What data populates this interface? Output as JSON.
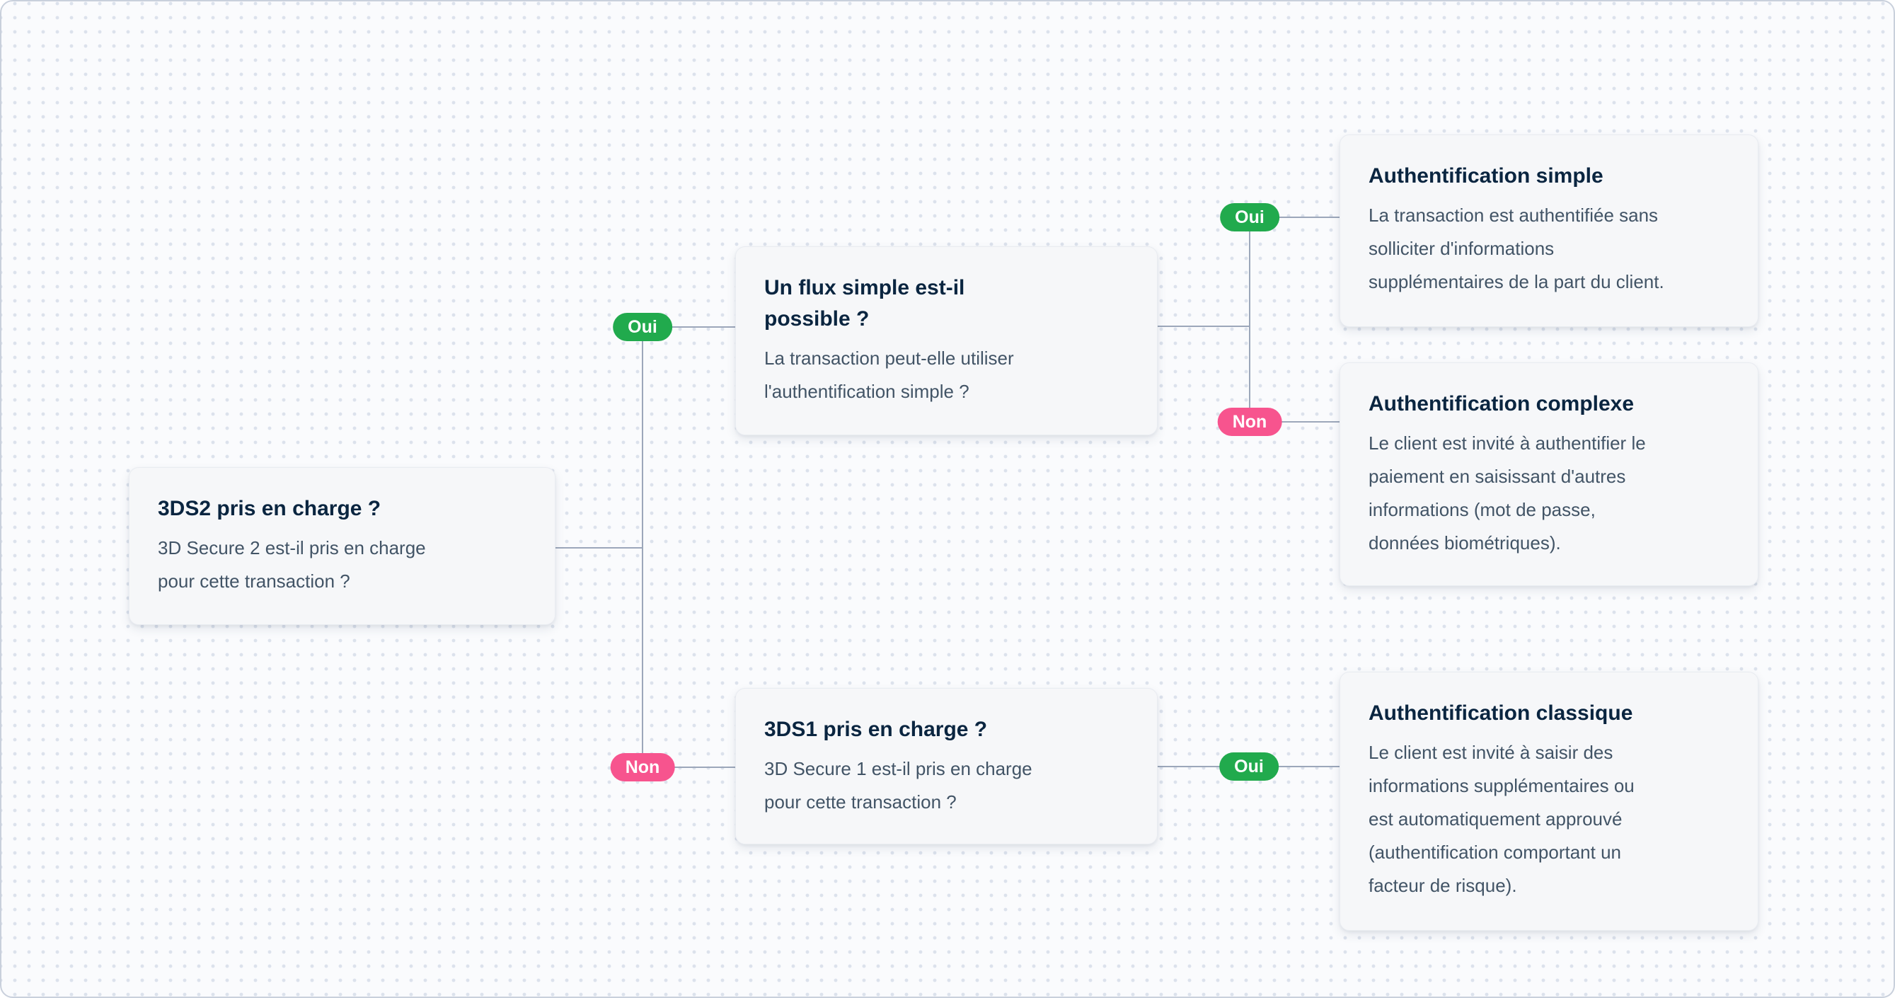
{
  "diagram": {
    "type": "decision-flowchart",
    "language": "fr",
    "colors": {
      "yes_badge": "#21AA4D",
      "no_badge": "#F7548E",
      "node_background": "#F6F7F9",
      "title_text": "#0A2540",
      "body_text": "#425466",
      "connector_line": "#9CA7BA",
      "canvas_background": "#FAFBFD",
      "dot_grid": "#DCE2EC"
    },
    "labels": {
      "yes": "Oui",
      "no": "Non"
    },
    "nodes": {
      "root": {
        "title": "3DS2 pris en charge ?",
        "body": "3D Secure 2 est-il pris en charge\npour cette transaction ?"
      },
      "simple_flow": {
        "title": "Un flux simple est-il\npossible ?",
        "body": "La transaction peut-elle utiliser\nl'authentification simple ?"
      },
      "three_ds1": {
        "title": "3DS1 pris en charge ?",
        "body": "3D Secure 1 est-il pris en charge\npour cette transaction ?"
      },
      "auth_simple": {
        "title": "Authentification simple",
        "body": "La transaction est authentifiée sans\nsolliciter d'informations\nsupplémentaires de la part du client."
      },
      "auth_complexe": {
        "title": "Authentification complexe",
        "body": "Le client est invité à authentifier le\npaiement en saisissant d'autres\ninformations (mot de passe,\ndonnées biométriques)."
      },
      "auth_classique": {
        "title": "Authentification classique",
        "body": "Le client est invité à saisir des\ninformations supplémentaires ou\nest automatiquement approuvé\n(authentification comportant un\nfacteur de risque)."
      }
    },
    "edges": [
      {
        "from": "root",
        "to": "simple_flow",
        "label": "Oui"
      },
      {
        "from": "root",
        "to": "three_ds1",
        "label": "Non"
      },
      {
        "from": "simple_flow",
        "to": "auth_simple",
        "label": "Oui"
      },
      {
        "from": "simple_flow",
        "to": "auth_complexe",
        "label": "Non"
      },
      {
        "from": "three_ds1",
        "to": "auth_classique",
        "label": "Oui"
      }
    ]
  }
}
